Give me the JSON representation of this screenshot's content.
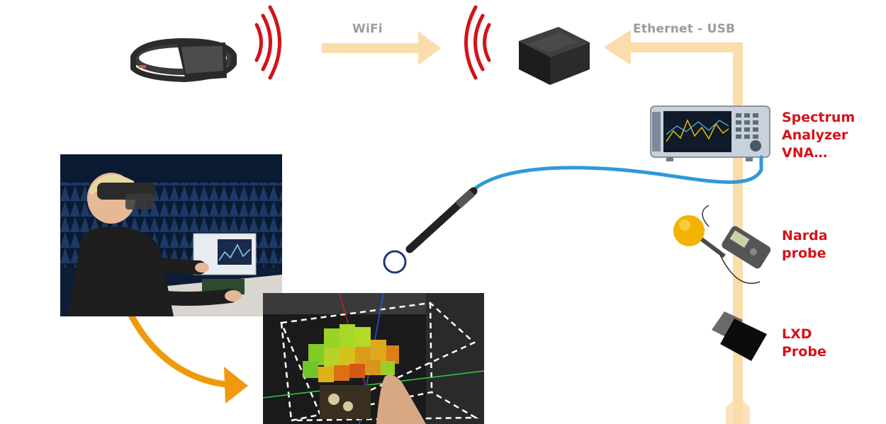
{
  "labels": {
    "wifi": "WiFi",
    "ethernet_usb": "Ethernet - USB",
    "spectrum": "Spectrum\nAnalyzer\nVNA…",
    "narda": "Narda\nprobe",
    "lxd": "LXD\nProbe"
  },
  "colors": {
    "flow_arrow": "#fbdcab",
    "wifi_waves": "#d4121a",
    "label_red": "#d4121a",
    "label_gray": "#9b9b9b",
    "orange_arrow": "#f09a0b",
    "cable": "#2f9ad6"
  }
}
